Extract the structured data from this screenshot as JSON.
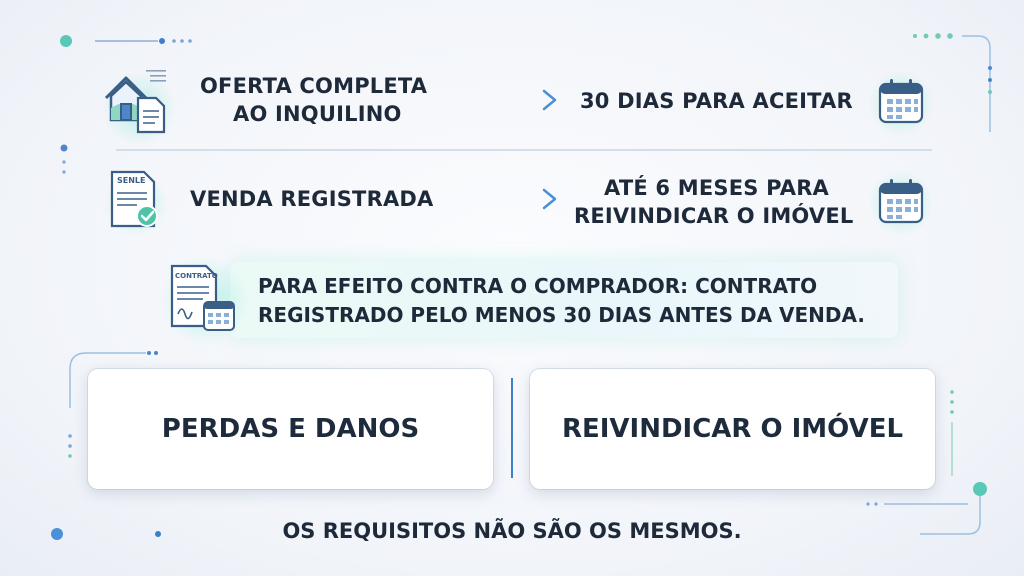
{
  "row1": {
    "left_text_line1": "OFERTA COMPLETA",
    "left_text_line2": "AO INQUILINO",
    "right_text": "30 DIAS PARA ACEITAR",
    "icon_left": "house-document-icon",
    "icon_right": "calendar-icon"
  },
  "row2": {
    "icon_label": "SENLE",
    "left_text": "VENDA REGISTRADA",
    "right_text_line1": "ATÉ 6 MESES PARA",
    "right_text_line2": "REIVINDICAR O IMÓVEL",
    "icon_left": "certificate-check-icon",
    "icon_right": "calendar-icon"
  },
  "note": {
    "icon_label": "CONTRATO",
    "line1": "PARA EFEITO CONTRA O COMPRADOR: CONTRATO",
    "line2": "REGISTRADO PELO MENOS 30 DIAS ANTES DA VENDA.",
    "icon": "contract-calendar-icon"
  },
  "boxes": {
    "left": "PERDAS E DANOS",
    "right": "REIVINDICAR O IMÓVEL"
  },
  "footer": "OS REQUISITOS NÃO SÃO OS MESMOS.",
  "colors": {
    "accent_teal": "#4fd1b5",
    "accent_blue": "#4a90d9",
    "text_dark": "#1d2b3d"
  }
}
